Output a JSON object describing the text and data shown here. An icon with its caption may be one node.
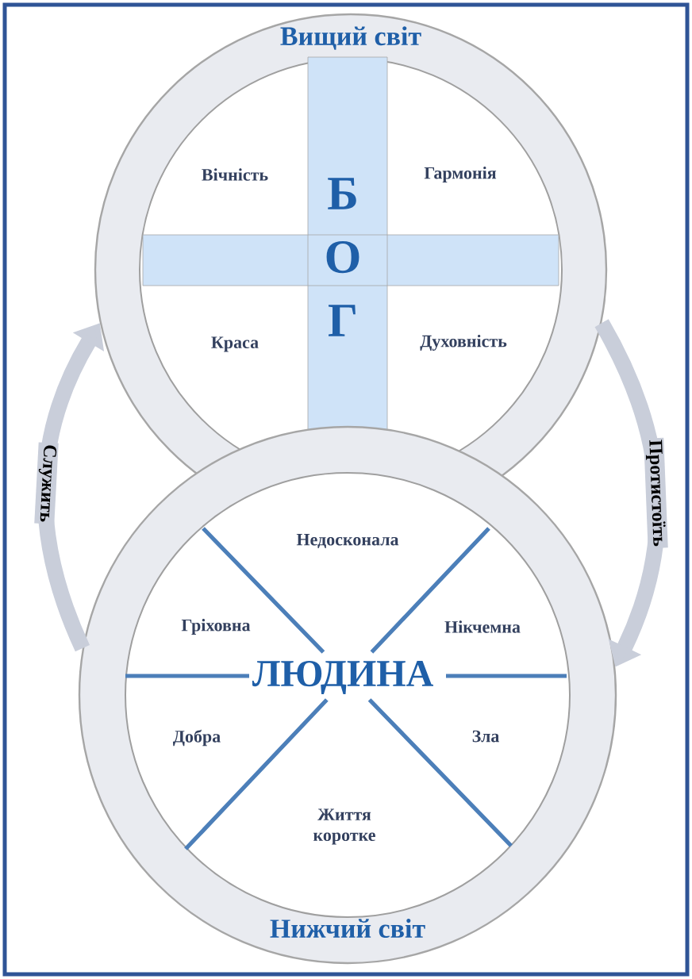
{
  "diagram": {
    "nodes": [
      {
        "text": [
          "Вищий світ",
          "Вічність",
          "Гармонія",
          "БОГ",
          "Краса",
          "Духовність"
        ]
      },
      {
        "text": [
          "Недосконала",
          "Гріховна",
          "Нікчемна",
          "ЛЮДИНА",
          "Добра",
          "Зла",
          "Життя коротке",
          "Нижчий світ"
        ]
      }
    ],
    "edges": [
      {
        "from": 1,
        "to": 0,
        "arrow": "to",
        "label": "Служить"
      },
      {
        "from": 0,
        "to": 1,
        "arrow": "to",
        "label": "Протистоїть"
      }
    ]
  }
}
